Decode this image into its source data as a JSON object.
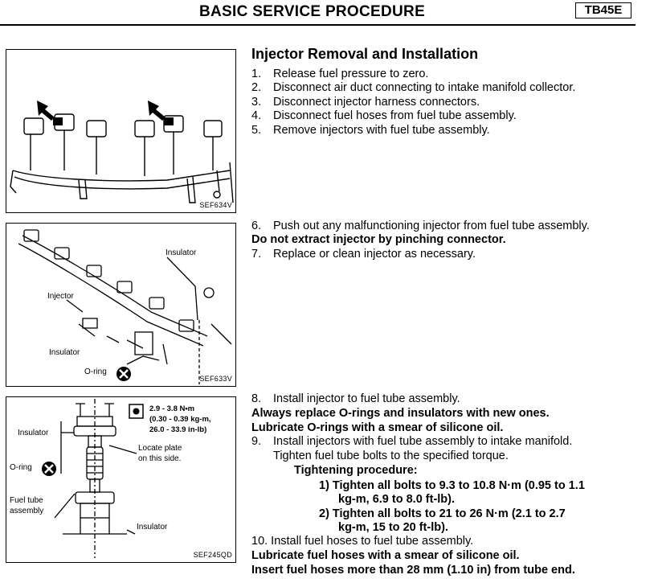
{
  "header": {
    "title": "BASIC SERVICE PROCEDURE",
    "code": "TB45E"
  },
  "section": {
    "heading": "Injector Removal and Installation"
  },
  "figures": {
    "fig1": {
      "code": "SEF634V"
    },
    "fig2": {
      "code": "SEF633V",
      "label_insulator_top": "Insulator",
      "label_injector": "Injector",
      "label_insulator_bottom": "Insulator",
      "label_oring": "O-ring"
    },
    "fig3": {
      "code": "SEF245QD",
      "torque_line1": "2.9 - 3.8 N•m",
      "torque_line2": "(0.30 - 0.39 kg-m,",
      "torque_line3": "26.0 - 33.9 in-lb)",
      "label_insulator_top": "Insulator",
      "label_oring": "O-ring",
      "label_locate1": "Locate plate",
      "label_locate2": "on this side.",
      "label_fuel1": "Fuel tube",
      "label_fuel2": "assembly",
      "label_insulator_bottom": "Insulator"
    }
  },
  "steps_a": [
    {
      "num": "1.",
      "text": "Release fuel pressure to zero."
    },
    {
      "num": "2.",
      "text": "Disconnect air duct connecting to intake manifold collector."
    },
    {
      "num": "3.",
      "text": "Disconnect injector harness connectors."
    },
    {
      "num": "4.",
      "text": "Disconnect fuel hoses from fuel tube assembly."
    },
    {
      "num": "5.",
      "text": "Remove injectors with fuel tube assembly."
    }
  ],
  "steps_b": {
    "step6_num": "6.",
    "step6_text": "Push out any malfunctioning injector from fuel tube assembly.",
    "warning": "Do not extract injector by pinching connector.",
    "step7_num": "7.",
    "step7_text": "Replace or clean injector as necessary."
  },
  "steps_c": {
    "step8_num": "8.",
    "step8_text": "Install injector to fuel tube assembly.",
    "note1": "Always replace O-rings and insulators with new ones.",
    "note2": "Lubricate O-rings with a smear of silicone oil.",
    "step9_num": "9.",
    "step9_text": "Install injectors with fuel tube assembly to intake manifold.",
    "step9_cont": "Tighten fuel tube bolts to the specified torque.",
    "tightening_heading": "Tightening procedure:",
    "proc1_a": "1)  Tighten all bolts to 9.3 to 10.8 N·m (0.95 to 1.1",
    "proc1_b": "kg-m, 6.9 to 8.0 ft-lb).",
    "proc2_a": "2)  Tighten all bolts to 21 to 26 N·m (2.1 to 2.7",
    "proc2_b": "kg-m, 15 to 20 ft-lb).",
    "step10": "10. Install fuel hoses to fuel tube assembly.",
    "note3": "Lubricate fuel hoses with a smear of silicone oil.",
    "note4": "Insert fuel hoses more than 28 mm (1.10 in) from tube end."
  }
}
